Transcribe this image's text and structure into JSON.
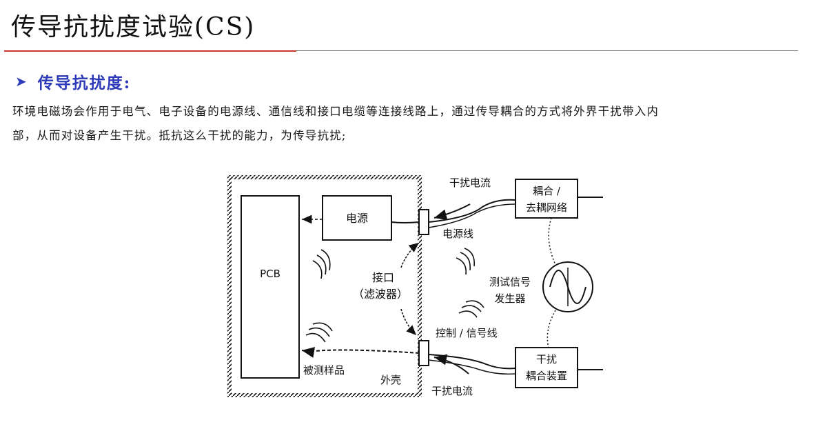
{
  "header": {
    "title": "传导抗扰度试验(CS)"
  },
  "section": {
    "label": "传导抗扰度:",
    "bullet_icon": "arrow-bullet-icon"
  },
  "paragraph": {
    "line1": "环境电磁场会作用于电气、电子设备的电源线、通信线和接口电缆等连接线路上，通过传导耦合的方式将外界干扰带入内",
    "line2": "部，从而对设备产生干扰。抵抗这么干扰的能力，为传导抗扰;"
  },
  "diagram": {
    "pcb": "PCB",
    "power": "电源",
    "interface": "接口",
    "filter": "（滤波器）",
    "dut": "被测样品",
    "shell": "外壳",
    "power_line": "电源线",
    "signal_line": "控制 / 信号线",
    "interference_current_top": "干扰电流",
    "interference_current_bottom": "干扰电流",
    "coupling_top_1": "耦合 /",
    "coupling_top_2": "去耦网络",
    "generator_1": "测试信号",
    "generator_2": "发生器",
    "coupling_bottom_1": "干扰",
    "coupling_bottom_2": "耦合装置"
  }
}
